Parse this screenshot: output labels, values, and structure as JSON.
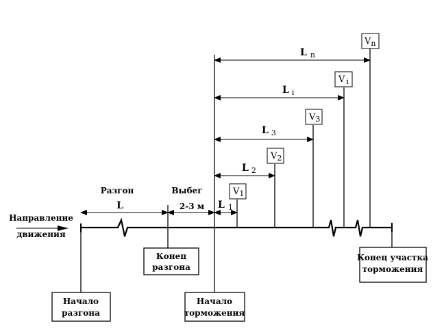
{
  "direction_label": [
    "Направление",
    "движения"
  ],
  "phases": {
    "acceleration": "Разгон",
    "coast": "Выбег"
  },
  "segments": {
    "accel_length": "L",
    "coast_length": "2-3 м",
    "l1": {
      "sym": "L",
      "sub": "1"
    },
    "l2": {
      "sym": "L",
      "sub": "2"
    },
    "l3": {
      "sym": "L",
      "sub": "3"
    },
    "li": {
      "sym": "L",
      "sub": "i"
    },
    "ln": {
      "sym": "L",
      "sub": "n"
    }
  },
  "speed_points": [
    {
      "sym": "V",
      "sub": "1"
    },
    {
      "sym": "V",
      "sub": "2"
    },
    {
      "sym": "V",
      "sub": "3"
    },
    {
      "sym": "V",
      "sub": "i"
    },
    {
      "sym": "V",
      "sub": "n"
    }
  ],
  "boxes": {
    "accel_start": [
      "Начало",
      "разгона"
    ],
    "accel_end": [
      "Конец",
      "разгона"
    ],
    "braking_start": [
      "Начало",
      "торможения"
    ],
    "braking_end": [
      "Конец участка",
      "торможения"
    ]
  }
}
